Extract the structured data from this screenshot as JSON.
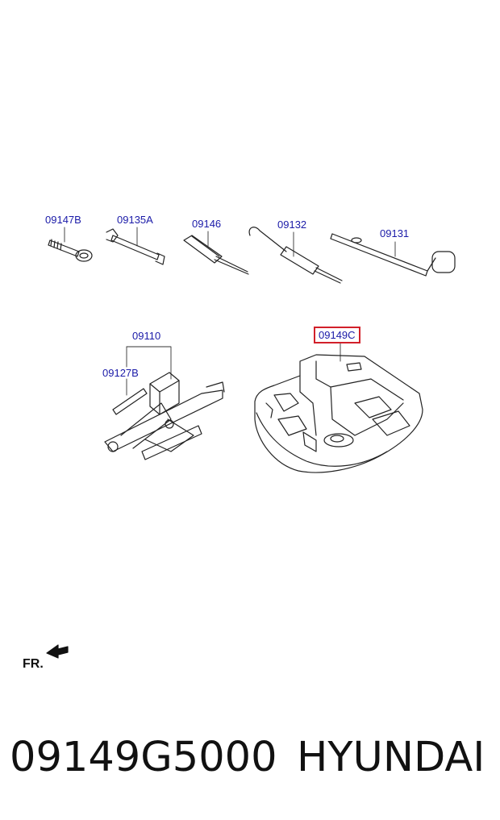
{
  "callouts": [
    {
      "id": "09147B",
      "highlighted": false
    },
    {
      "id": "09135A",
      "highlighted": false
    },
    {
      "id": "09146",
      "highlighted": false
    },
    {
      "id": "09132",
      "highlighted": false
    },
    {
      "id": "09131",
      "highlighted": false
    },
    {
      "id": "09110",
      "highlighted": false
    },
    {
      "id": "09127B",
      "highlighted": false
    },
    {
      "id": "09149C",
      "highlighted": true
    }
  ],
  "front_indicator": "FR.",
  "footer": {
    "part_number": "09149G5000",
    "brand": "HYUNDAI"
  },
  "colors": {
    "label_text": "#1a1aa8",
    "highlight_border": "#d2202a",
    "line_art": "#222222"
  }
}
